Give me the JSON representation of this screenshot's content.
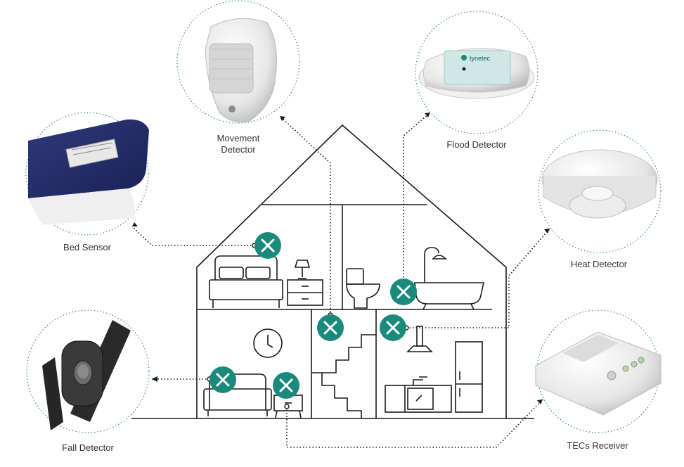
{
  "labels": {
    "movement": "Movement\nDetector",
    "flood": "Flood Detector",
    "bed": "Bed Sensor",
    "heat": "Heat Detector",
    "fall": "Fall Detector",
    "tecs": "TECs Receiver",
    "flood_brand": "tynetec"
  },
  "colors": {
    "marker": "#1a8a7c",
    "line": "#1a1a1a",
    "dashed_circle": "#3b8f7e",
    "label_text": "#333333"
  },
  "icons": [
    "close-icon",
    "bed-icon",
    "bedside-table-icon",
    "lamp-icon",
    "toilet-icon",
    "bathtub-icon",
    "clock-icon",
    "sofa-icon",
    "stairs-icon",
    "kitchen-icon",
    "fridge-icon",
    "cooker-hood-icon"
  ]
}
